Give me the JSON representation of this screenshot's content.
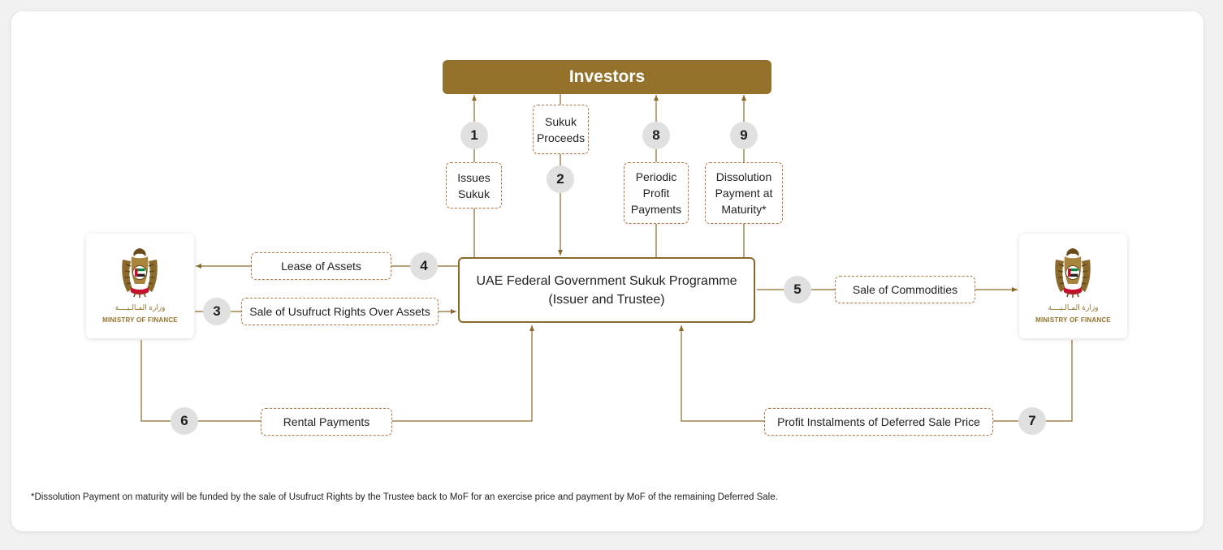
{
  "diagram": {
    "investors": "Investors",
    "issuer": "UAE Federal Government Sukuk Programme (Issuer and Trustee)",
    "mof_arabic": "وزارة المـالـيــــة",
    "mof_english": "MINISTRY OF FINANCE",
    "steps": {
      "s1": {
        "number": "1",
        "label": "Issues Sukuk"
      },
      "s2": {
        "number": "2",
        "label": "Sukuk Proceeds"
      },
      "s3": {
        "number": "3",
        "label": "Sale of Usufruct Rights Over Assets"
      },
      "s4": {
        "number": "4",
        "label": "Lease of Assets"
      },
      "s5": {
        "number": "5",
        "label": "Sale of Commodities"
      },
      "s6": {
        "number": "6",
        "label": "Rental Payments"
      },
      "s7": {
        "number": "7",
        "label": "Profit Instalments of Deferred Sale Price"
      },
      "s8": {
        "number": "8",
        "label": "Periodic Profit Payments"
      },
      "s9": {
        "number": "9",
        "label": "Dissolution Payment at Maturity*"
      }
    },
    "colors": {
      "gold": "#94722b",
      "line": "#8a6a2c",
      "dash": "#b07a48",
      "badge": "#e0e0e0"
    }
  },
  "footnote": "*Dissolution Payment on maturity will be funded by the sale of Usufruct Rights by the Trustee back to MoF for an exercise price and payment by MoF of the remaining Deferred Sale."
}
